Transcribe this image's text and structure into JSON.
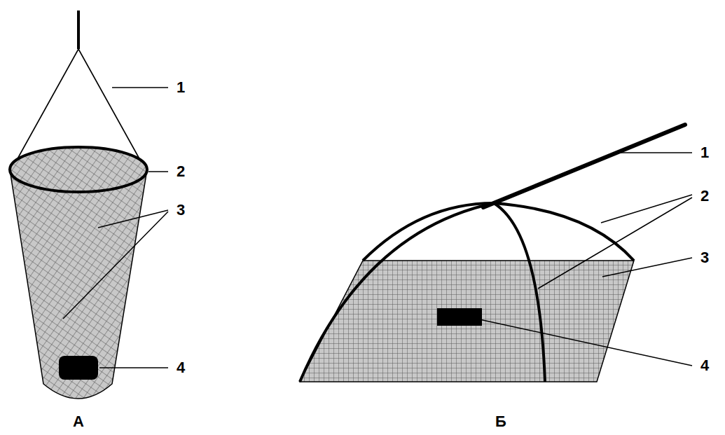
{
  "diagram": {
    "labels": [
      "1",
      "2",
      "3",
      "4",
      "1",
      "2",
      "3",
      "4",
      "А",
      "Б"
    ]
  }
}
